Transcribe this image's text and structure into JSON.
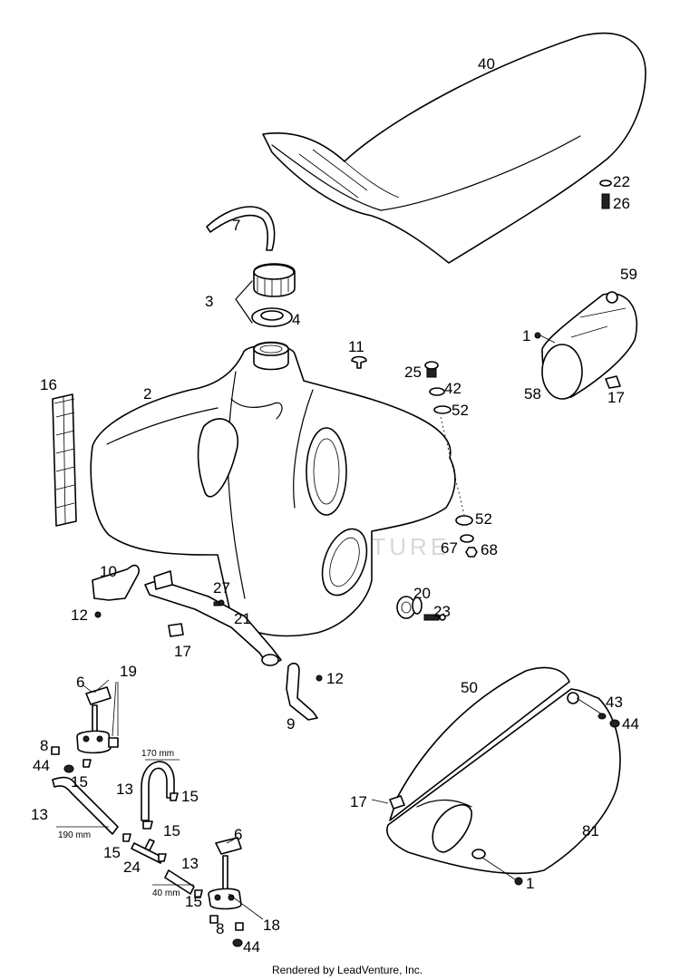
{
  "labels": {
    "l40": "40",
    "l22": "22",
    "l26": "26",
    "l7": "7",
    "l3": "3",
    "l4": "4",
    "l59": "59",
    "l1a": "1",
    "l58": "58",
    "l17a": "17",
    "l16": "16",
    "l2": "2",
    "l11": "11",
    "l25": "25",
    "l42": "42",
    "l52a": "52",
    "l52b": "52",
    "l67": "67",
    "l68": "68",
    "l10": "10",
    "l12a": "12",
    "l27": "27",
    "l21": "21",
    "l17b": "17",
    "l20": "20",
    "l23": "23",
    "l12b": "12",
    "l9": "9",
    "l6a": "6",
    "l19": "19",
    "l8a": "8",
    "l44a": "44",
    "l15a": "15",
    "l13a": "13",
    "l13b": "13",
    "l15b": "15",
    "l15c": "15",
    "l15d": "15",
    "l24": "24",
    "l13c": "13",
    "l15e": "15",
    "l6b": "6",
    "l18": "18",
    "l8b": "8",
    "l44b": "44",
    "l50": "50",
    "l43": "43",
    "l44c": "44",
    "l17c": "17",
    "l81": "81",
    "l1b": "1"
  },
  "dims": {
    "d170": "170 mm",
    "d190": "190 mm",
    "d40": "40 mm"
  },
  "watermark": "LEADVENTURE",
  "footer": "Rendered by LeadVenture, Inc."
}
